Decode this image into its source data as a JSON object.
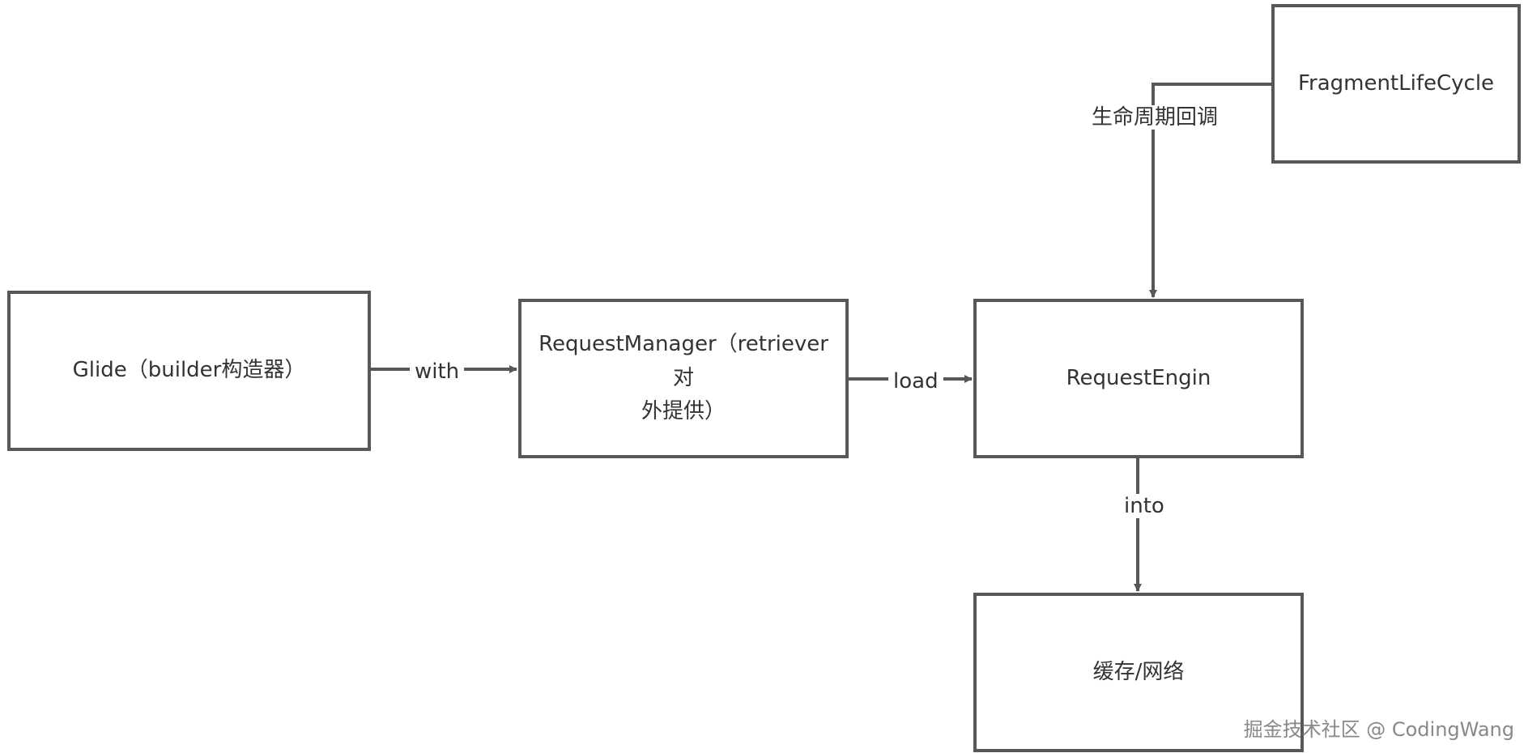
{
  "nodes": {
    "glide": "Glide（builder构造器）",
    "request_manager_line1": "RequestManager（retriever对",
    "request_manager_line2": "外提供）",
    "request_engin": "RequestEngin",
    "fragment_lifecycle": "FragmentLifeCycle",
    "cache_network": "缓存/网络"
  },
  "edges": {
    "with": "with",
    "load": "load",
    "lifecycle_callback": "生命周期回调",
    "into": "into"
  },
  "watermark": "掘金技术社区 @ CodingWang",
  "colors": {
    "stroke": "#575757",
    "text": "#333333",
    "background": "#ffffff"
  }
}
